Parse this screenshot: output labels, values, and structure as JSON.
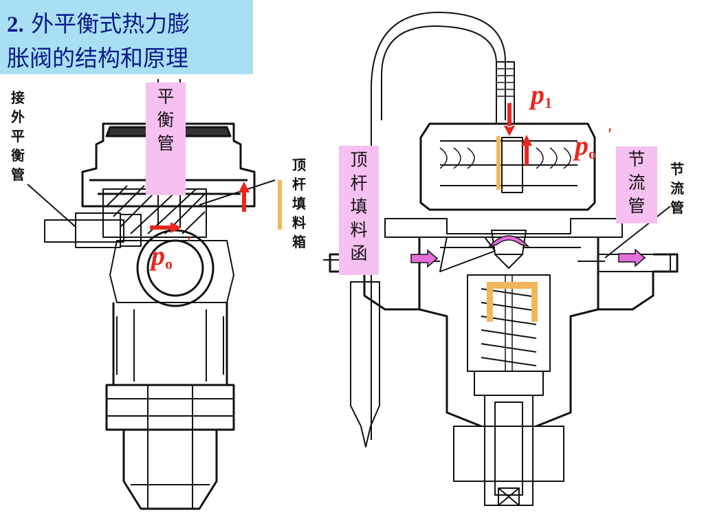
{
  "title": {
    "number": "2.",
    "line1": "外平衡式热力膨",
    "line2": "胀阀的结构和原理"
  },
  "labels": {
    "balance_pipe_left": [
      "接",
      "外",
      "平",
      "衡",
      "管"
    ],
    "balance_pipe_box": [
      "平",
      "衡",
      "管"
    ],
    "stem_packing_box_left": [
      "顶",
      "杆",
      "填",
      "料",
      "箱"
    ],
    "stem_packing_letter_right": [
      "顶",
      "杆",
      "填",
      "料",
      "函"
    ],
    "throttle_pipe_box": [
      "节",
      "流",
      "管"
    ],
    "throttle_pipe_right": [
      "节",
      "流",
      "管"
    ]
  },
  "pressures": {
    "p1": {
      "symbol": "p",
      "sub": "1"
    },
    "po_right": {
      "symbol": "p",
      "sub": "o",
      "prime": "′"
    },
    "po_left": {
      "symbol": "p",
      "sub": "o",
      "prime": "′"
    }
  },
  "colors": {
    "title_bg": "#a8dff2",
    "title_text": "#0a1a8c",
    "label_box_bg": "#f6c0f0",
    "pressure_red": "#e8271e",
    "packing_orange": "#f2b65a",
    "flow_arrow_pink": "#e36fd8",
    "drawing_ink": "#111111"
  }
}
